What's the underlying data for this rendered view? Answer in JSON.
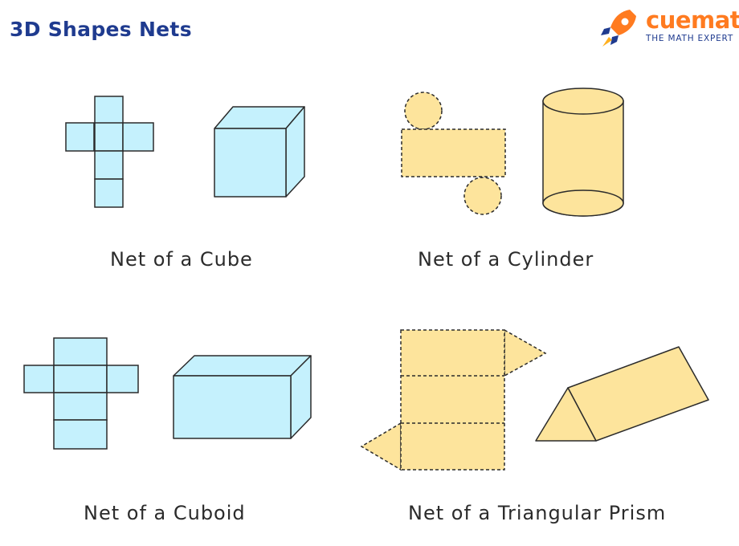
{
  "header": {
    "title": "3D Shapes Nets"
  },
  "logo": {
    "name": "cuemath",
    "tagline": "THE MATH EXPERT",
    "icon": "rocket-icon"
  },
  "colors": {
    "title": "#1f3b8f",
    "brand_orange": "#ff7b20",
    "blue_fill": "#c5f1fd",
    "yellow_fill": "#fde49c",
    "outline": "#2b2b2b"
  },
  "captions": {
    "cube": "Net of a Cube",
    "cylinder": "Net of a Cylinder",
    "cuboid": "Net of a Cuboid",
    "triangular_prism": "Net of a Triangular Prism"
  }
}
